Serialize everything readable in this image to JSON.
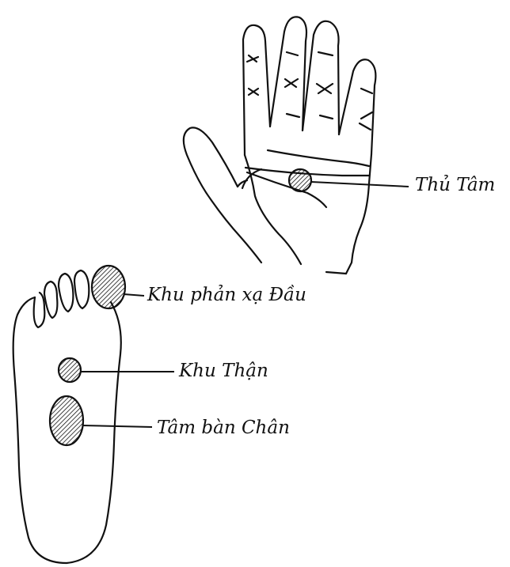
{
  "labels": {
    "thu_tam": "Thủ Tâm",
    "khu_phan_xa_dau": "Khu phản xạ Đầu",
    "khu_than": "Khu Thận",
    "tam_ban_chan": "Tâm bàn Chân"
  },
  "colors": {
    "ink": "#111111",
    "background": "#ffffff"
  }
}
